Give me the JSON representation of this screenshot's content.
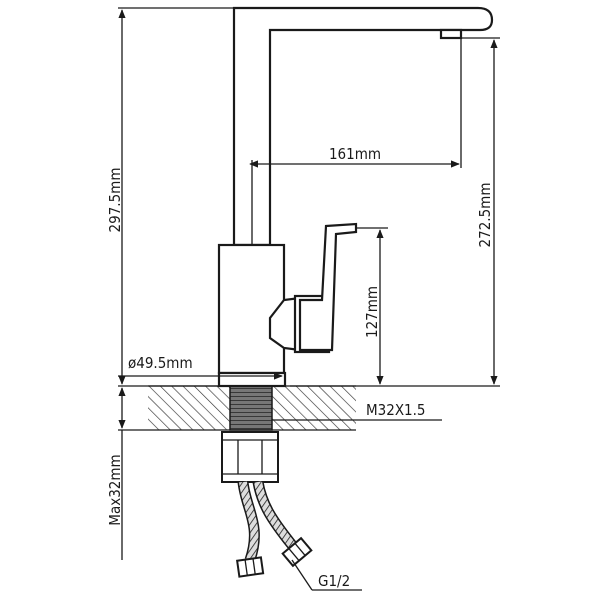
{
  "dimensions": {
    "total_height": "297.5mm",
    "spout_height": "272.5mm",
    "spout_reach": "161mm",
    "handle_height": "127mm",
    "base_diameter": "ø49.5mm",
    "mount_thread": "M32X1.5",
    "max_counter_thickness": "Max32mm",
    "hose_thread": "G1/2"
  },
  "colors": {
    "line": "#1a1a1a",
    "background": "#ffffff"
  }
}
